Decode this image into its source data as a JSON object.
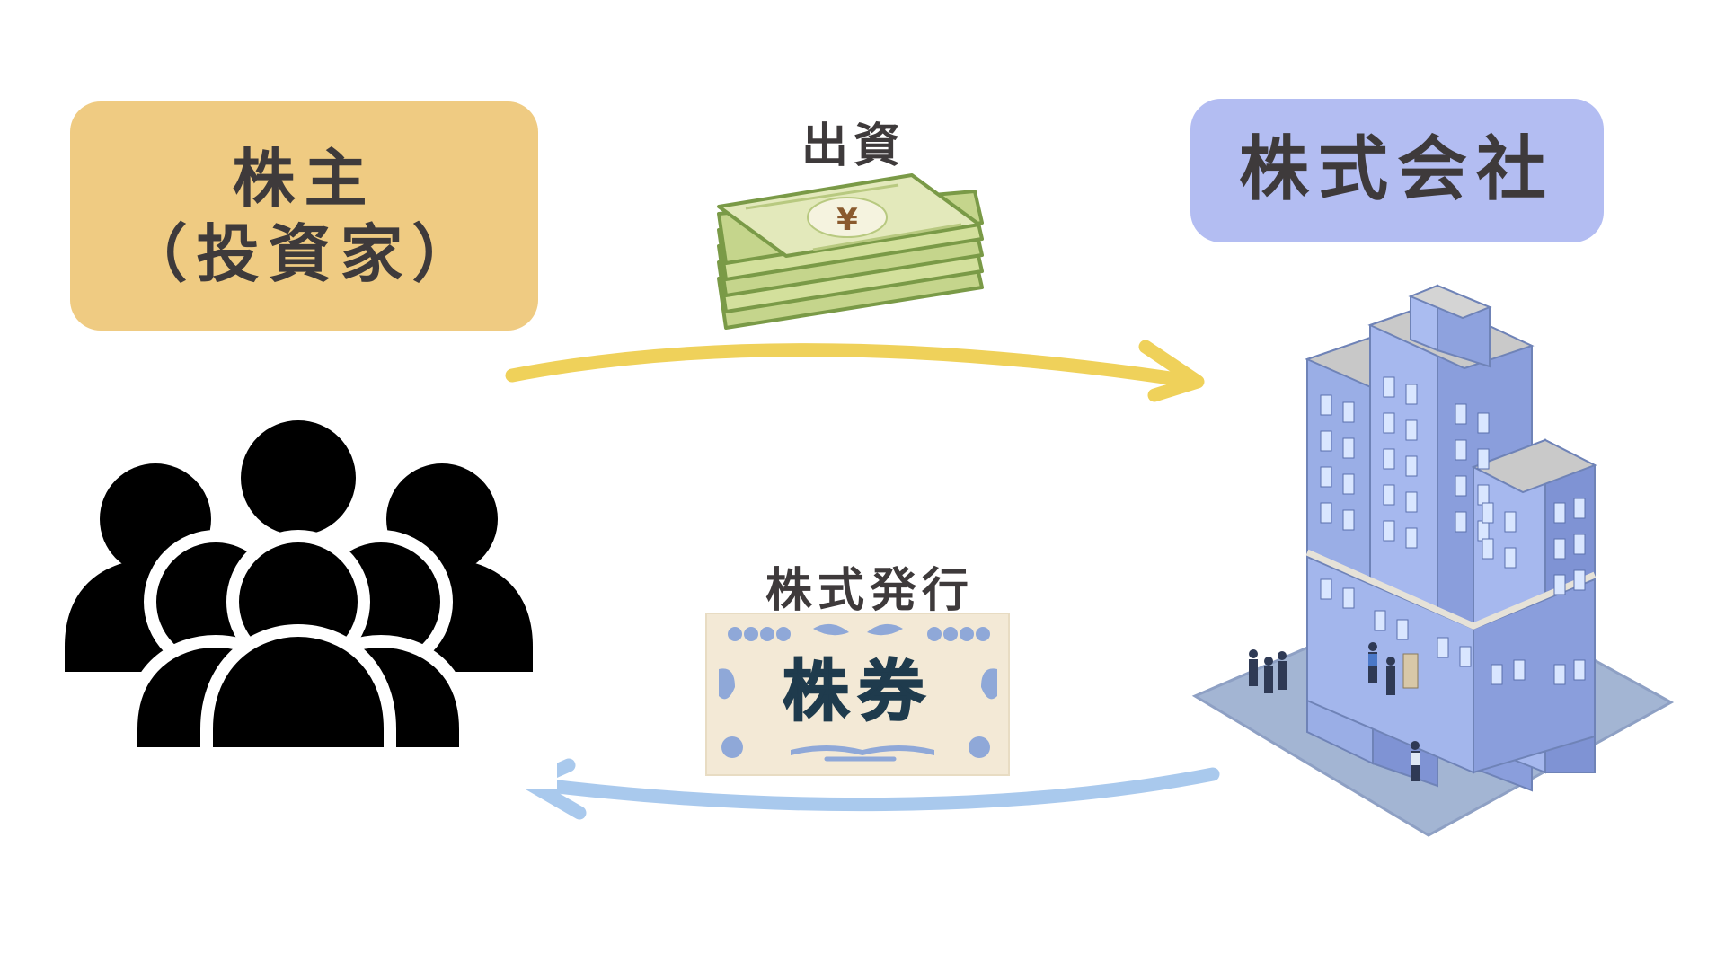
{
  "shareholder": {
    "line1": "株主",
    "line2": "（投資家）"
  },
  "company": {
    "title": "株式会社"
  },
  "flows": {
    "investment": {
      "label": "出資"
    },
    "issuance": {
      "label": "株式発行"
    }
  },
  "stock_certificate": {
    "text": "株券"
  },
  "money": {
    "symbol": "¥"
  },
  "colors": {
    "shareholder_box": "#efcb82",
    "company_box": "#b3bdf2",
    "investment_arrow": "#efd15a",
    "issuance_arrow": "#a9c9ed",
    "text": "#3e3a3b"
  }
}
